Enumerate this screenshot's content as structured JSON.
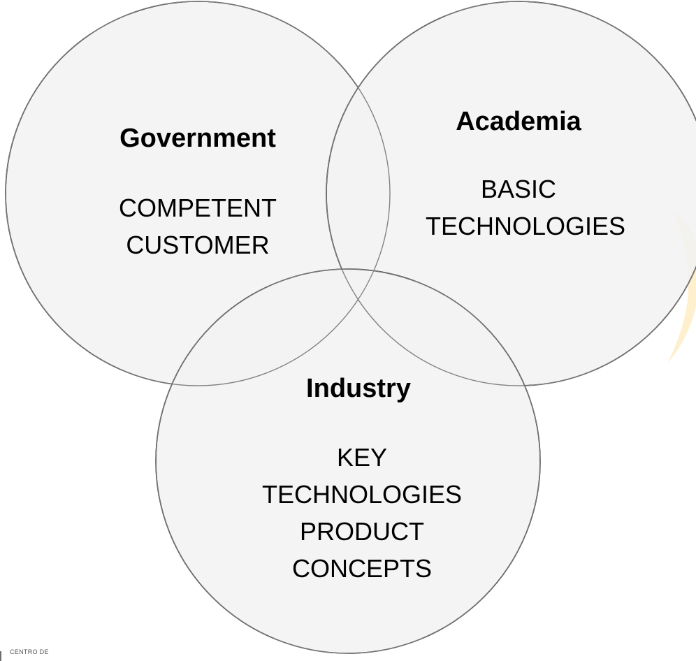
{
  "diagram": {
    "type": "venn",
    "colors": {
      "circle_fill": "#f2f2f2",
      "circle_stroke": "#000000",
      "overlap_stroke": "#7f7f7f",
      "logo_accent": "#fde9b8"
    },
    "circles": [
      {
        "title": "Government",
        "lines": [
          "COMPETENT",
          "CUSTOMER"
        ]
      },
      {
        "title": "Academia",
        "lines": [
          "BASIC",
          "TECHNOLOGIES"
        ]
      },
      {
        "title": "Industry",
        "lines": [
          "KEY",
          "TECHNOLOGIES",
          "PRODUCT",
          "CONCEPTS"
        ]
      }
    ]
  },
  "footer": {
    "logo_text": "CENTRO DE"
  }
}
